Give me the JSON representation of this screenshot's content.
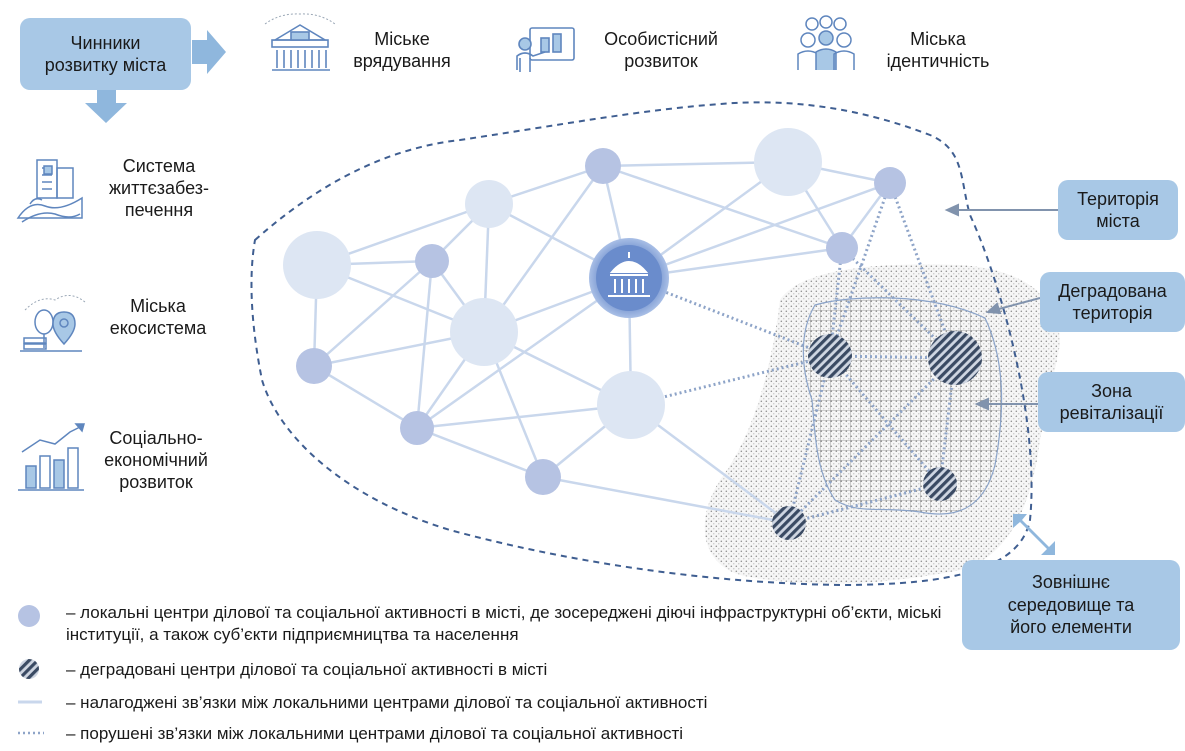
{
  "factors": {
    "title": "Чинники розвитку міста",
    "items": [
      {
        "label": "Міське врядування",
        "icon": "city-hall-icon"
      },
      {
        "label": "Особистісний розвиток",
        "icon": "presentation-person-icon"
      },
      {
        "label": "Міська ідентичність",
        "icon": "community-people-icon"
      },
      {
        "label": "Система життєзабез-печення",
        "icon": "city-infrastructure-icon"
      },
      {
        "label": "Міська екосистема",
        "icon": "green-ecosystem-icon"
      },
      {
        "label": "Соціально-економічний розвиток",
        "icon": "growth-chart-icon"
      }
    ]
  },
  "labels": {
    "territory": "Територія міста",
    "degraded": "Деградована територія",
    "revitalization": "Зона ревіталізації",
    "external": "Зовнішнє середовище та його елементи"
  },
  "legend": [
    {
      "symbol": "active-center",
      "text": "– локальні центри ділової та соціальної активності в місті, де зосереджені діючі інфраструктурні об’єкти, міські інституції, а також суб’єкти підприємництва та населення"
    },
    {
      "symbol": "degraded-center",
      "text": "– деградовані центри ділової та соціальної активності в місті"
    },
    {
      "symbol": "solid-link",
      "text": "– налагоджені зв’язки між локальними центрами ділової та соціальної активності"
    },
    {
      "symbol": "dotted-link",
      "text": "– порушені зв’язки між локальними центрами ділової та соціальної активності"
    }
  ],
  "colors": {
    "box": "#a8c8e6",
    "arrow": "#8fb7dd",
    "node_light": "#dde6f3",
    "node_mid": "#b6c3e3",
    "node_center": "#6a8ccc",
    "boundary": "#3f5e91",
    "link": "#c9d7ec",
    "broken_link": "#8ea4c8",
    "degraded": "#3a4a63"
  }
}
